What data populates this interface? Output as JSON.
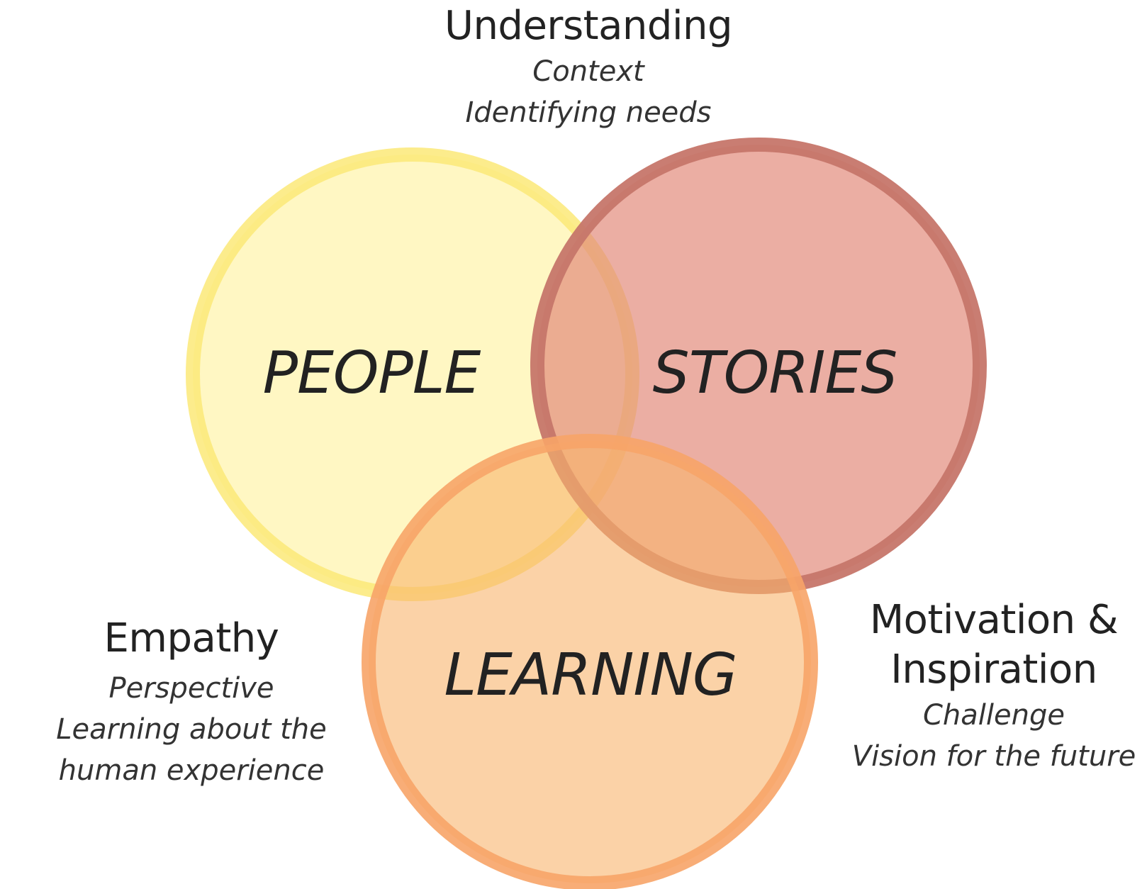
{
  "diagram": {
    "circles": [
      {
        "id": "people",
        "label": "PEOPLE",
        "fill": "#fff6b8",
        "stroke": "#fbe978"
      },
      {
        "id": "stories",
        "label": "STORIES",
        "fill": "#e38c7c",
        "stroke": "#c6766a"
      },
      {
        "id": "learning",
        "label": "LEARNING",
        "fill": "#f9b46d",
        "stroke": "#f7a468"
      }
    ],
    "understanding": {
      "title": "Understanding",
      "lines": [
        "Context",
        "Identifying needs"
      ]
    },
    "empathy": {
      "title": "Empathy",
      "lines": [
        "Perspective",
        "Learning about the",
        "human experience"
      ]
    },
    "motivation": {
      "title_lines": [
        "Motivation &",
        "Inspiration"
      ],
      "lines": [
        "Challenge",
        "Vision for the future"
      ]
    }
  }
}
